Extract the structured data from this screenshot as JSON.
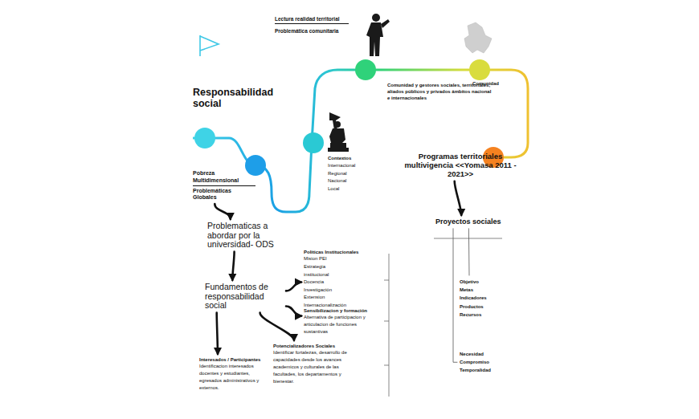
{
  "diagram": {
    "nodes": [
      {
        "text": [
          "Pobreza Multidimensional",
          "Problemáticas Globales"
        ]
      },
      {
        "text": [
          "Problematicas a abordar por la universidad- ODS"
        ]
      },
      {
        "text": [
          "Fundamentos de responsabilidad social"
        ]
      },
      {
        "text": [
          "Politicas Institucionales",
          "Mision PEI Estrategia institucional Docencia Investigación Extension Internacionalización"
        ]
      },
      {
        "text": [
          "Sensibilizacion y formación",
          "Alternativa de participacion y articulacion de funciones sustantivas"
        ]
      },
      {
        "text": [
          "Potencializadores Sociales",
          "Identificar fortalezas, desarrollo de capacidades desde los avances academicos y culturales de las facultades, los departamentos y bienestar."
        ]
      },
      {
        "text": [
          "Interesados / Participantes",
          "Identificacion interesados docentes y estudiantes, egresados administrativos y externos."
        ]
      },
      {
        "text": [
          "Programas territoriales multivigencia <<Yomasa 2011 - 2021>>"
        ]
      },
      {
        "text": [
          "Proyectos sociales"
        ]
      },
      {
        "text": [
          "Objetivo Metas Indicadores Productos Recursos"
        ]
      },
      {
        "text": [
          "Necesidad Compromiso Temporalidad"
        ]
      }
    ],
    "edges": [
      {
        "from": 0,
        "to": 1,
        "arrow": "to"
      },
      {
        "from": 1,
        "to": 2,
        "arrow": "to"
      },
      {
        "from": 2,
        "to": 3,
        "arrow": "to"
      },
      {
        "from": 2,
        "to": 4,
        "arrow": "to"
      },
      {
        "from": 2,
        "to": 5,
        "arrow": "to"
      },
      {
        "from": 2,
        "to": 6,
        "arrow": "to"
      },
      {
        "from": 7,
        "to": 8,
        "arrow": "to"
      },
      {
        "from": 8,
        "to": 9,
        "arrow": "none"
      },
      {
        "from": 8,
        "to": 10,
        "arrow": "none"
      }
    ],
    "labels": [
      "Responsabilidad social",
      "Lectura realidad territorial",
      "Problemática comunitaria",
      "Comunidad y gestores sociales, territoriales, aliados públicos y privados ámbitos nacional e internacionales",
      "Comunidad",
      "Contextos",
      "Internacional Regional Nacional Local"
    ]
  }
}
